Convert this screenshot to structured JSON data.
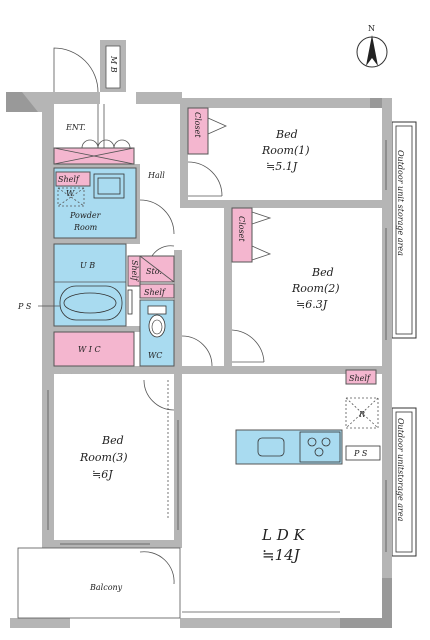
{
  "north": {
    "letter": "N",
    "icon": "north-arrow-icon"
  },
  "rooms": {
    "bed1": {
      "name": "Bed",
      "line2": "Room(1)",
      "area": "≒5.1J"
    },
    "bed2": {
      "name": "Bed",
      "line2": "Room(2)",
      "area": "≒6.3J"
    },
    "bed3": {
      "name": "Bed",
      "line2": "Room(3)",
      "area": "≒6J"
    },
    "ldk": {
      "name": "L D K",
      "area": "≒14J"
    }
  },
  "labels": {
    "mb": "M B",
    "ent": "ENT.",
    "hall": "Hall",
    "closet1": "Closet",
    "closet2": "Closet",
    "shelf_entry": "Shelf",
    "powder_w": "W",
    "powder": "Powder",
    "powder_room": "Room",
    "ub": "U B",
    "shelf_vertical": "Shelf",
    "storage": "Sto.",
    "shelf_storage": "Shelf",
    "ps_left": "P S",
    "wic": "W I C",
    "wc": "WC",
    "shelf_ldk": "Shelf",
    "refrigerator": "R",
    "ps_right": "P S",
    "balcony": "Balcony",
    "outdoor_upper": "Outdoor unit storage area",
    "outdoor_lower": "Outdoor unitstorage area"
  }
}
